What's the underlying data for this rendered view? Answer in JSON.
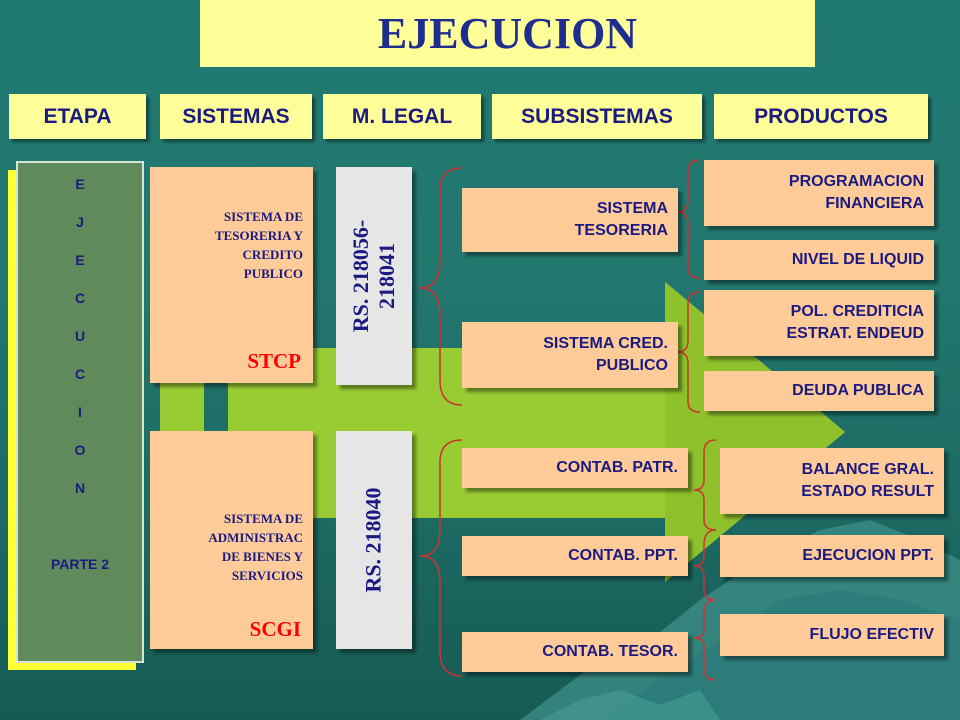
{
  "title": "EJECUCION",
  "headers": [
    "ETAPA",
    "SISTEMAS",
    "M. LEGAL",
    "SUBSISTEMAS",
    "PRODUCTOS"
  ],
  "etapa": {
    "letters": [
      "E",
      "J",
      "E",
      "C",
      "U",
      "C",
      "I",
      "O",
      "N"
    ],
    "part": "PARTE 2"
  },
  "sistemas": [
    {
      "desc": [
        "SISTEMA DE",
        "TESORERIA Y",
        "CREDITO",
        "PUBLICO"
      ],
      "code": "STCP"
    },
    {
      "desc": [
        "SISTEMA DE",
        "ADMINISTRAC",
        "DE BIENES Y",
        "SERVICIOS"
      ],
      "code": "SCGI"
    }
  ],
  "legal": [
    {
      "line1": "RS. 218056-",
      "line2": "218041"
    },
    {
      "line1": "RS. 218040",
      "line2": ""
    }
  ],
  "subsistemas": [
    [
      "SISTEMA",
      "TESORERIA"
    ],
    [
      "SISTEMA CRED.",
      "PUBLICO"
    ],
    [
      "CONTAB. PATR."
    ],
    [
      "CONTAB. PPT."
    ],
    [
      "CONTAB. TESOR."
    ]
  ],
  "productos": [
    [
      "PROGRAMACION",
      "FINANCIERA"
    ],
    [
      "NIVEL DE LIQUID"
    ],
    [
      "POL. CREDITICIA",
      "ESTRAT. ENDEUD"
    ],
    [
      "DEUDA PUBLICA"
    ],
    [
      "BALANCE GRAL.",
      "ESTADO RESULT"
    ],
    [
      "EJECUCION PPT."
    ],
    [
      "FLUJO  EFECTIV"
    ]
  ],
  "colors": {
    "background": "#1f7a72",
    "title_bg": "#ffff99",
    "title_text": "#1f2d8f",
    "box_bg": "#ffcc99",
    "code_text": "#ff0000",
    "arrow": "#99cc33",
    "brace": "#cc3333"
  }
}
